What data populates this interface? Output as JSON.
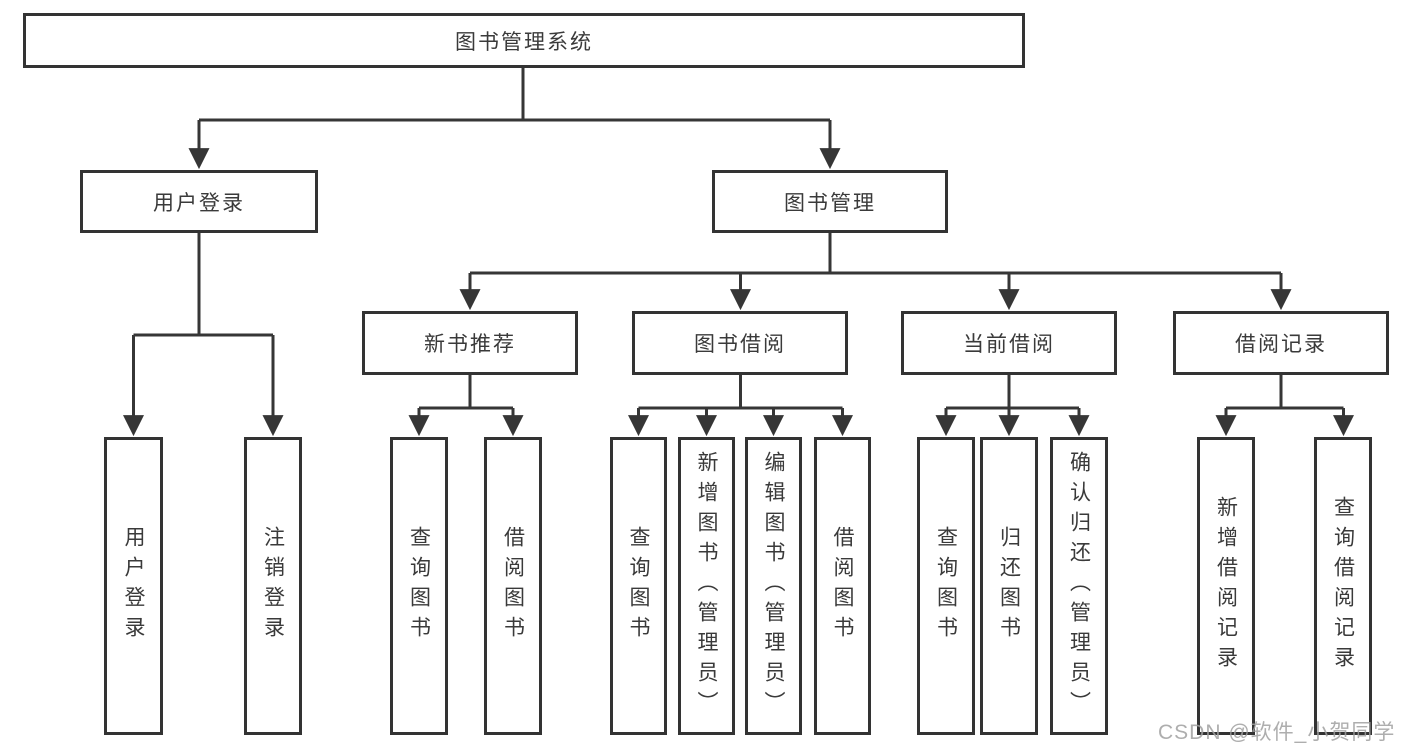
{
  "diagram": {
    "type": "function-structure-tree",
    "root": "图书管理系统",
    "branches": [
      {
        "label": "用户登录",
        "leaves": [
          "用户登录",
          "注销登录"
        ]
      },
      {
        "label": "图书管理",
        "modules": [
          {
            "label": "新书推荐",
            "leaves": [
              "查询图书",
              "借阅图书"
            ]
          },
          {
            "label": "图书借阅",
            "leaves": [
              "查询图书",
              "新增图书（管理员）",
              "编辑图书（管理员）",
              "借阅图书"
            ]
          },
          {
            "label": "当前借阅",
            "leaves": [
              "查询图书",
              "归还图书",
              "确认归还（管理员）"
            ]
          },
          {
            "label": "借阅记录",
            "leaves": [
              "新增借阅记录",
              "查询借阅记录"
            ]
          }
        ]
      }
    ]
  },
  "watermark": "CSDN @软件_小贺同学",
  "colors": {
    "line": "#363636",
    "box_border": "#333333",
    "text": "#3a3a3a",
    "watermark": "#a0a0a0",
    "background": "#ffffff"
  }
}
